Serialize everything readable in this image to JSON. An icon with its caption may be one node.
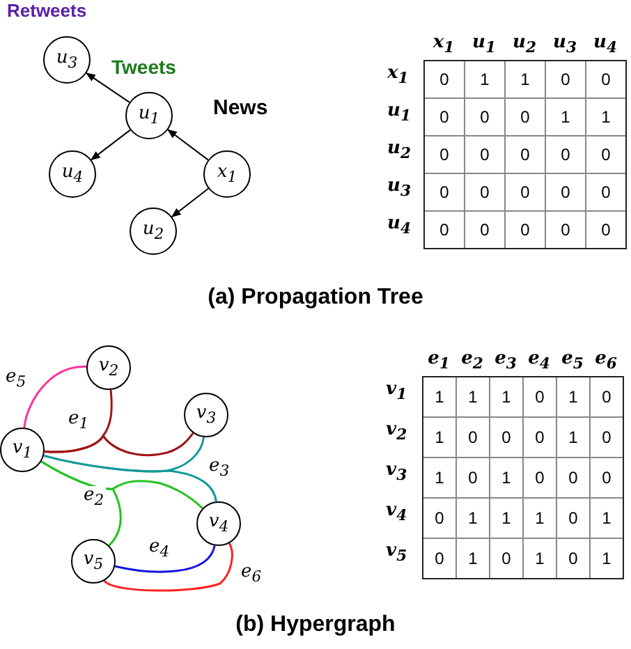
{
  "diagram": {
    "nodes": [
      {
        "text": [
          "u$_{3}$"
        ]
      },
      {
        "text": [
          "u$_{1}$"
        ]
      },
      {
        "text": [
          "u$_{4}$"
        ]
      },
      {
        "text": [
          "x$_{1}$"
        ]
      },
      {
        "text": [
          "u$_{2}$"
        ]
      },
      {
        "text": [
          "v$_{2}$"
        ]
      },
      {
        "text": [
          "v$_{1}$"
        ]
      },
      {
        "text": [
          "v$_{3}$"
        ]
      },
      {
        "text": [
          "v$_{4}$"
        ]
      },
      {
        "text": [
          "v$_{5}$"
        ]
      }
    ],
    "edges": [
      {
        "from": 1,
        "to": 0,
        "arrow": "to"
      },
      {
        "from": 1,
        "to": 2,
        "arrow": "to"
      },
      {
        "from": 3,
        "to": 1,
        "arrow": "to"
      },
      {
        "from": 3,
        "to": 4,
        "arrow": "to"
      },
      {
        "from": 6,
        "to": 5,
        "arrow": "none",
        "label": "e$_{1}$",
        "color": "#a01414"
      },
      {
        "from": 6,
        "to": 7,
        "arrow": "none",
        "color": "#a01414"
      },
      {
        "from": 6,
        "to": 8,
        "arrow": "none",
        "label": "e$_{2}$",
        "color": "#22c322"
      },
      {
        "from": 6,
        "to": 9,
        "arrow": "none",
        "color": "#22c322"
      },
      {
        "from": 6,
        "to": 7,
        "arrow": "none",
        "color": "#139999"
      },
      {
        "from": 6,
        "to": 8,
        "arrow": "none",
        "label": "e$_{3}$",
        "color": "#139999"
      },
      {
        "from": 9,
        "to": 8,
        "arrow": "none",
        "label": "e$_{4}$",
        "color": "#1414e0"
      },
      {
        "from": 6,
        "to": 5,
        "arrow": "none",
        "label": "e$_{5}$",
        "color": "#ff3399"
      },
      {
        "from": 9,
        "to": 8,
        "arrow": "none",
        "label": "e$_{6}$",
        "color": "#ff2020"
      }
    ],
    "labels": [
      "Retweets",
      "Tweets",
      "News",
      "x$_{1}$",
      "u$_{1}$",
      "u$_{2}$",
      "u$_{3}$",
      "u$_{4}$",
      "x$_{1}$",
      "0",
      "1",
      "1",
      "0",
      "0",
      "u$_{1}$",
      "0",
      "0",
      "0",
      "1",
      "1",
      "u$_{2}$",
      "0",
      "0",
      "0",
      "0",
      "0",
      "u$_{3}$",
      "0",
      "0",
      "0",
      "0",
      "0",
      "u$_{4}$",
      "0",
      "0",
      "0",
      "0",
      "0",
      "(a) Propagation Tree",
      "e$_{1}$",
      "e$_{2}$",
      "e$_{3}$",
      "e$_{4}$",
      "e$_{5}$",
      "e$_{6}$",
      "v$_{1}$",
      "1",
      "1",
      "1",
      "0",
      "1",
      "0",
      "v$_{2}$",
      "1",
      "0",
      "0",
      "0",
      "1",
      "0",
      "v$_{3}$",
      "1",
      "0",
      "1",
      "0",
      "0",
      "0",
      "v$_{4}$",
      "0",
      "1",
      "1",
      "1",
      "0",
      "1",
      "v$_{5}$",
      "0",
      "1",
      "0",
      "1",
      "0",
      "1",
      "(b) Hypergraph"
    ]
  }
}
